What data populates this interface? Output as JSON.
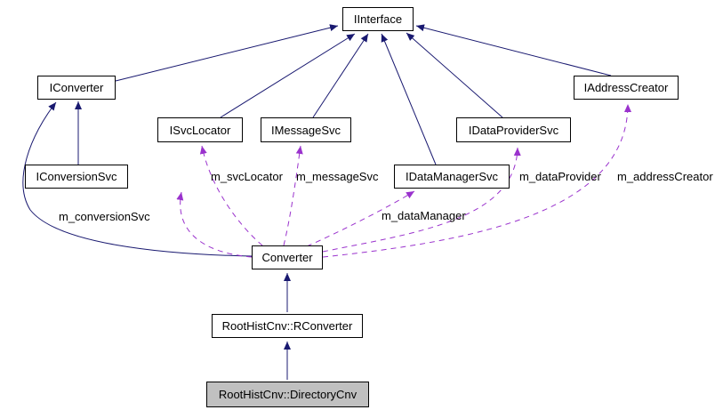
{
  "diagram": {
    "title": "Collaboration diagram for RootHistCnv::DirectoryCnv",
    "colors": {
      "inheritance_edge": "#191970",
      "usage_edge": "#9a32cd",
      "node_border": "#000000",
      "node_fill": "#ffffff",
      "focus_node_fill": "#c0c0c0",
      "background": "#ffffff"
    },
    "nodes": [
      {
        "id": "iinterface",
        "label": "IInterface"
      },
      {
        "id": "iconverter",
        "label": "IConverter"
      },
      {
        "id": "iaddresscreator",
        "label": "IAddressCreator"
      },
      {
        "id": "isvclocator",
        "label": "ISvcLocator"
      },
      {
        "id": "imessagesvc",
        "label": "IMessageSvc"
      },
      {
        "id": "idataprovidersvc",
        "label": "IDataProviderSvc"
      },
      {
        "id": "iconversionsvc",
        "label": "IConversionSvc"
      },
      {
        "id": "idatamanagersvc",
        "label": "IDataManagerSvc"
      },
      {
        "id": "converter",
        "label": "Converter"
      },
      {
        "id": "rconverter",
        "label": "RootHistCnv::RConverter"
      },
      {
        "id": "directorycnv",
        "label": "RootHistCnv::DirectoryCnv"
      }
    ],
    "edge_labels": [
      {
        "id": "m_conversionSvc",
        "text": "m_conversionSvc"
      },
      {
        "id": "m_svcLocator",
        "text": "m_svcLocator"
      },
      {
        "id": "m_messageSvc",
        "text": "m_messageSvc"
      },
      {
        "id": "m_dataManager",
        "text": "m_dataManager"
      },
      {
        "id": "m_dataProvider",
        "text": "m_dataProvider"
      },
      {
        "id": "m_addressCreator",
        "text": "m_addressCreator"
      }
    ],
    "edges": [
      {
        "from": "IConverter",
        "to": "IInterface",
        "type": "inheritance",
        "style": "solid",
        "label": ""
      },
      {
        "from": "ISvcLocator",
        "to": "IInterface",
        "type": "inheritance",
        "style": "solid",
        "label": ""
      },
      {
        "from": "IMessageSvc",
        "to": "IInterface",
        "type": "inheritance",
        "style": "solid",
        "label": ""
      },
      {
        "from": "IDataManagerSvc",
        "to": "IInterface",
        "type": "inheritance",
        "style": "solid",
        "label": ""
      },
      {
        "from": "IDataProviderSvc",
        "to": "IInterface",
        "type": "inheritance",
        "style": "solid",
        "label": ""
      },
      {
        "from": "IAddressCreator",
        "to": "IInterface",
        "type": "inheritance",
        "style": "solid",
        "label": ""
      },
      {
        "from": "IConversionSvc",
        "to": "IConverter",
        "type": "inheritance",
        "style": "solid",
        "label": ""
      },
      {
        "from": "Converter",
        "to": "IConverter",
        "type": "inheritance",
        "style": "solid",
        "label": ""
      },
      {
        "from": "Converter",
        "to": "IConversionSvc",
        "type": "usage",
        "style": "dashed",
        "label": "m_conversionSvc"
      },
      {
        "from": "Converter",
        "to": "ISvcLocator",
        "type": "usage",
        "style": "dashed",
        "label": "m_svcLocator"
      },
      {
        "from": "Converter",
        "to": "IMessageSvc",
        "type": "usage",
        "style": "dashed",
        "label": "m_messageSvc"
      },
      {
        "from": "Converter",
        "to": "IDataManagerSvc",
        "type": "usage",
        "style": "dashed",
        "label": "m_dataManager"
      },
      {
        "from": "Converter",
        "to": "IDataProviderSvc",
        "type": "usage",
        "style": "dashed",
        "label": "m_dataProvider"
      },
      {
        "from": "Converter",
        "to": "IAddressCreator",
        "type": "usage",
        "style": "dashed",
        "label": "m_addressCreator"
      },
      {
        "from": "RootHistCnv::RConverter",
        "to": "Converter",
        "type": "inheritance",
        "style": "solid",
        "label": ""
      },
      {
        "from": "RootHistCnv::DirectoryCnv",
        "to": "RootHistCnv::RConverter",
        "type": "inheritance",
        "style": "solid",
        "label": ""
      }
    ]
  }
}
